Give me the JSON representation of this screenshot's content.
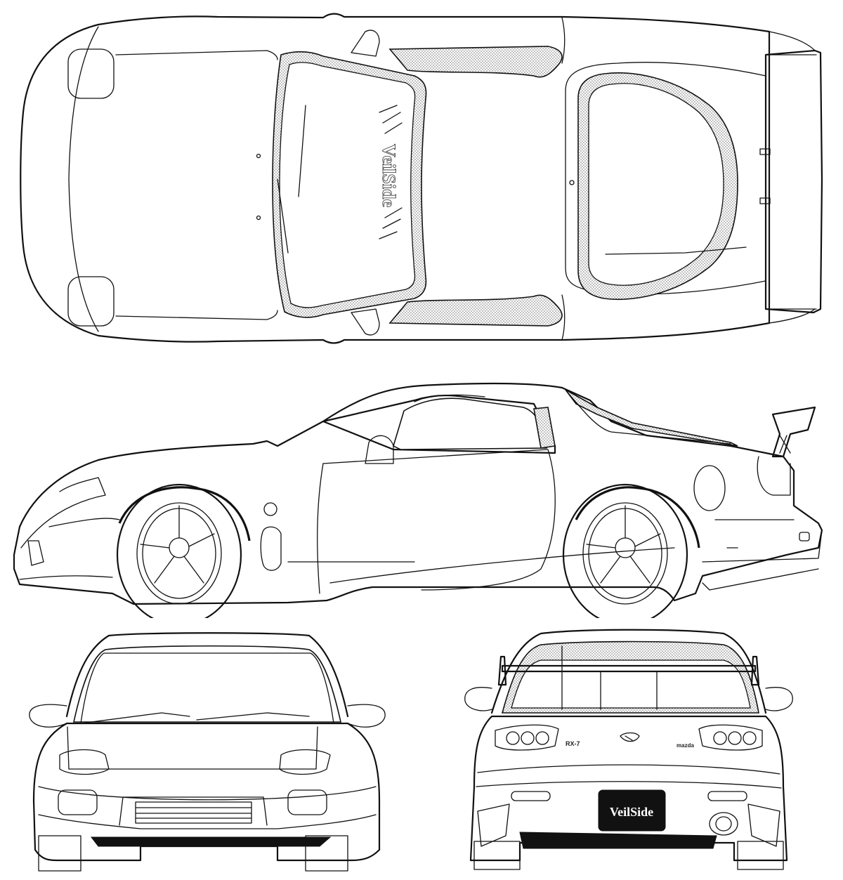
{
  "drawing": {
    "subject": "Mazda RX-7 VeilSide blueprint",
    "views": [
      "top",
      "side",
      "front",
      "rear"
    ],
    "line_color": "#111111",
    "background": "#ffffff"
  },
  "top_view": {
    "windshield_banner": "VeilSide"
  },
  "rear_view": {
    "badge_left": "RX-7",
    "badge_right": "mazda",
    "license_plate": "VeilSide"
  }
}
